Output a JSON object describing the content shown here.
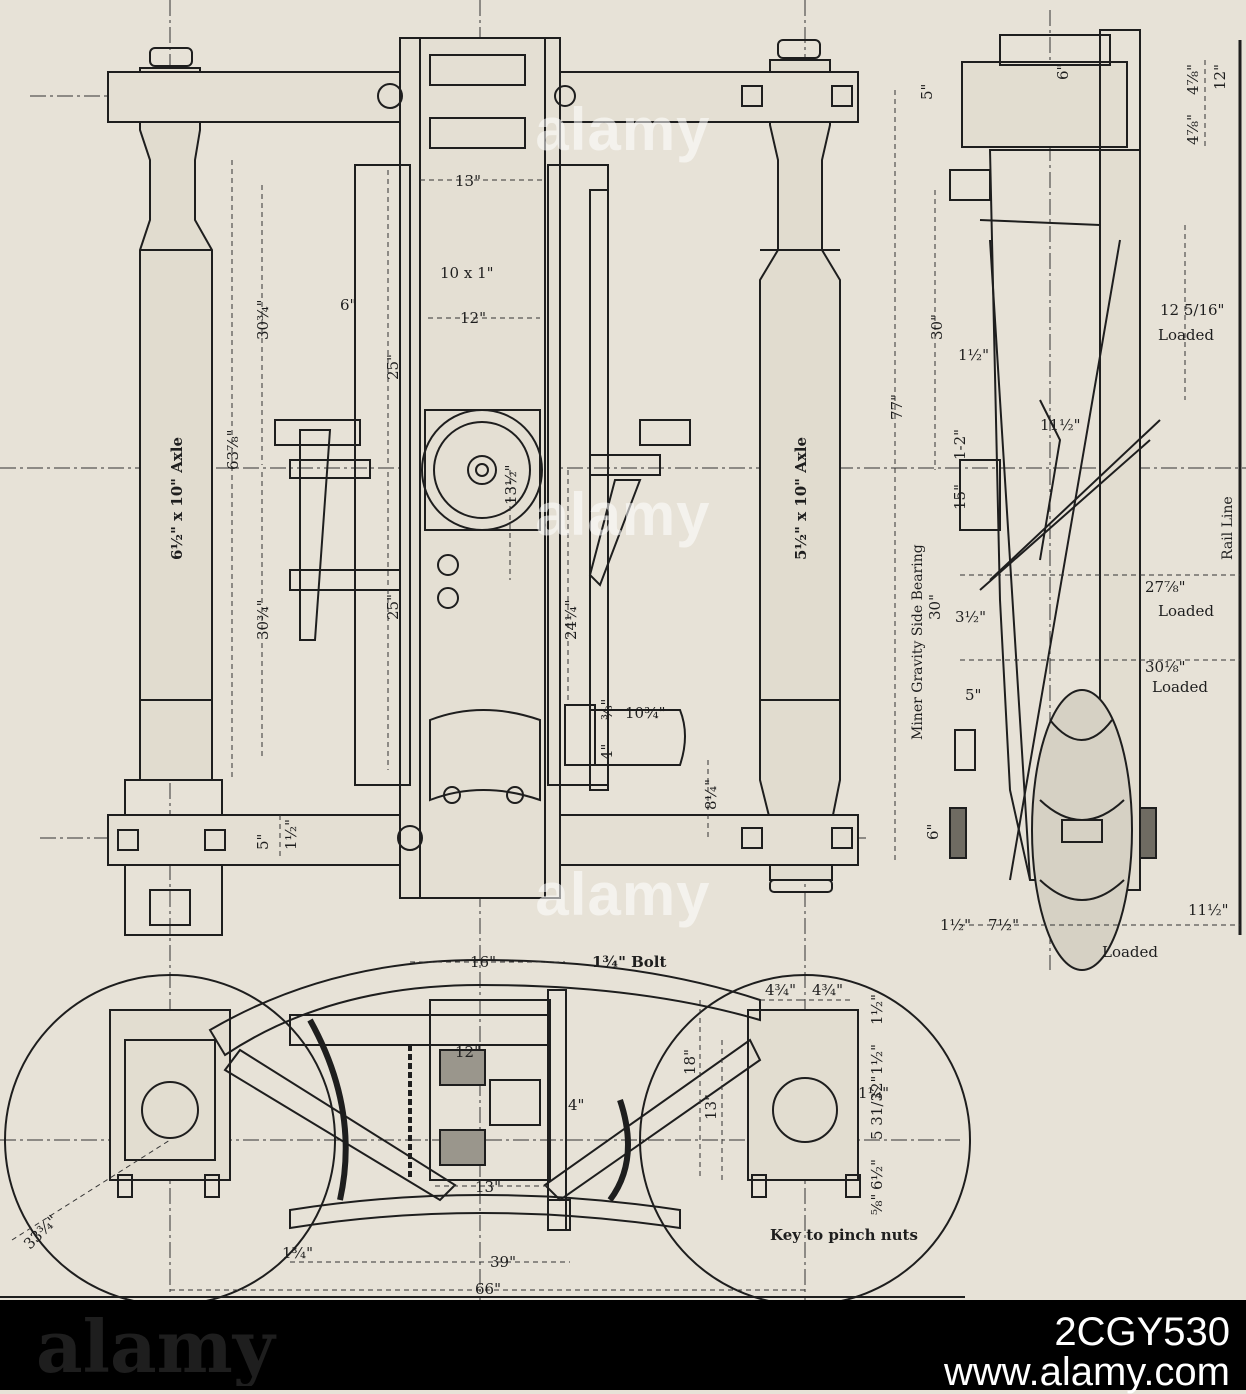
{
  "labels": {
    "d13": "13\"",
    "d10x1": "10 x 1\"",
    "d12": "12\"",
    "d6": "6\"",
    "d30a": "30¾\"",
    "d25a": "25\"",
    "d63": "63⅞\"",
    "d30b": "30¾\"",
    "d25b": "25\"",
    "d24": "24¼\"",
    "d13b": "13½\"",
    "d10_3": "10¾\"",
    "d8": "8¼\"",
    "d5": "5\"",
    "d1half": "1½\"",
    "d4": "4\"",
    "d3over8": "⅜\"",
    "axle_left": "6½\" x 10\" Axle",
    "axle_right": "5½\" x 10\" Axle",
    "bolt": "1¾\" Bolt",
    "d16": "16\"",
    "d12b": "12\"",
    "d13c": "13\"",
    "d39": "39\"",
    "d66": "66\"",
    "d33": "33¾\"",
    "d4b": "4\"",
    "d18": "18\"",
    "d13d": "13\"",
    "d4_3a": "4¾\"",
    "d4_3b": "4¾\"",
    "d11_2": "1½\"",
    "d1_2b": "1½\"",
    "d1_4": "1¼\"",
    "d5_31": "5 31/32\"",
    "d6_1": "6½\"",
    "d5_8": "⅝\"",
    "d1_3": "1¾\"",
    "key": "Key to pinch nuts",
    "d30c": "30\"",
    "d77": "77\"",
    "miner": "Miner Gravity Side Bearing",
    "miner_30": "30\"",
    "rail": "Rail Line",
    "d12_5": "12 5/16\"",
    "loaded1": "Loaded",
    "d27": "27⅞\"",
    "loaded2": "Loaded",
    "d30d": "30⅛\"",
    "loaded3": "Loaded",
    "loaded4": "Loaded",
    "d11a": "1½\"",
    "d11b": "11½\"",
    "d12c": "1-2\"",
    "d15": "15\"",
    "d3half": "3½\"",
    "d5b": "5\"",
    "d6b": "6\"",
    "d1_7": "1½\"",
    "d7": "7½\"",
    "d11c": "11½\"",
    "d12d": "12\"",
    "d4_7a": "4⅞\"",
    "d4_7b": "4⅞\"",
    "d5c": "5\"",
    "d6c": "6\""
  },
  "watermark": {
    "text": "alamy"
  },
  "footer": {
    "brand": "alamy",
    "image_id": "2CGY530",
    "site": "www.alamy.com"
  },
  "colors": {
    "paper": "#e7e2d7",
    "ink": "#1e1e1e",
    "footer": "#000000"
  }
}
